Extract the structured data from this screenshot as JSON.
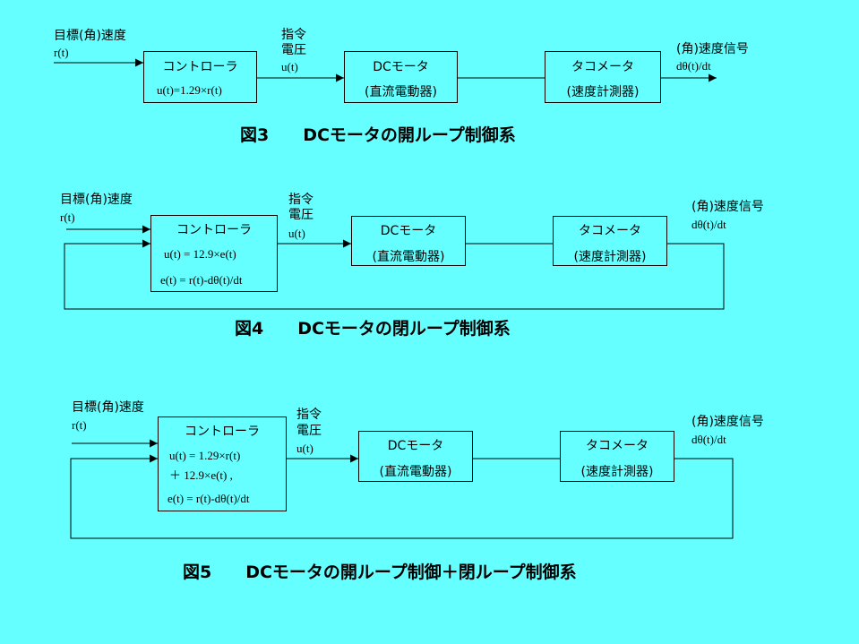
{
  "fig3": {
    "input_label": "目標(角)速度",
    "input_signal": "r(t)",
    "controller_title": "コントローラ",
    "controller_eq": "u(t)=1.29×r(t)",
    "voltage_label_1": "指令",
    "voltage_label_2": "電圧",
    "voltage_signal": "u(t)",
    "motor_title": "DCモータ",
    "motor_sub": "(直流電動器)",
    "tacho_title": "タコメータ",
    "tacho_sub": "(速度計測器)",
    "output_label": "(角)速度信号",
    "output_signal": "dθ(t)/dt",
    "caption": "図3　　DCモータの開ループ制御系"
  },
  "fig4": {
    "input_label": "目標(角)速度",
    "input_signal": "r(t)",
    "controller_title": "コントローラ",
    "controller_eq1": "u(t) = 12.9×e(t)",
    "controller_eq2": "e(t) = r(t)-dθ(t)/dt",
    "voltage_label_1": "指令",
    "voltage_label_2": "電圧",
    "voltage_signal": "u(t)",
    "motor_title": "DCモータ",
    "motor_sub": "(直流電動器)",
    "tacho_title": "タコメータ",
    "tacho_sub": "(速度計測器)",
    "output_label": "(角)速度信号",
    "output_signal": "dθ(t)/dt",
    "caption": "図4　　DCモータの閉ループ制御系"
  },
  "fig5": {
    "input_label": "目標(角)速度",
    "input_signal": "r(t)",
    "controller_title": "コントローラ",
    "controller_eq1": "u(t) = 1.29×r(t)",
    "controller_eq2": "＋ 12.9×e(t) ,",
    "controller_eq3": "e(t) = r(t)-dθ(t)/dt",
    "voltage_label_1": "指令",
    "voltage_label_2": "電圧",
    "voltage_signal": "u(t)",
    "motor_title": "DCモータ",
    "motor_sub": "(直流電動器)",
    "tacho_title": "タコメータ",
    "tacho_sub": "(速度計測器)",
    "output_label": "(角)速度信号",
    "output_signal": "dθ(t)/dt",
    "caption": "図5　　DCモータの開ループ制御＋閉ループ制御系"
  },
  "colors": {
    "background": "#66ffff",
    "line": "#000000"
  }
}
